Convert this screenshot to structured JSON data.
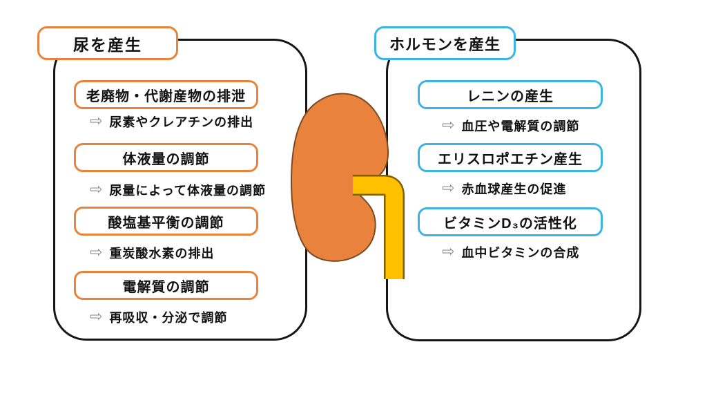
{
  "colors": {
    "orange": "#E8833C",
    "blue": "#3BB4E5",
    "panel_border": "#151515",
    "kidney_fill": "#E8823D",
    "kidney_stroke": "#7C4A21",
    "ureter_fill": "#FFC000",
    "ureter_stroke": "#7F6000"
  },
  "arrow_char": "⇨",
  "left_panel": {
    "title": "尿を産生",
    "items": [
      {
        "label": "老廃物・代謝産物の排泄",
        "detail": "尿素やクレアチンの排出"
      },
      {
        "label": "体液量の調節",
        "detail": "尿量によって体液量の調節"
      },
      {
        "label": "酸塩基平衡の調節",
        "detail": "重炭酸水素の排出"
      },
      {
        "label": "電解質の調節",
        "detail": "再吸収・分泌で調節"
      }
    ]
  },
  "right_panel": {
    "title": "ホルモンを産生",
    "items": [
      {
        "label": "レニンの産生",
        "detail": "血圧や電解質の調節"
      },
      {
        "label": "エリスロポエチン産生",
        "detail": "赤血球産生の促進"
      },
      {
        "label": "ビタミンD₃の活性化",
        "detail": "血中ビタミンの合成"
      }
    ]
  },
  "illustration": {
    "name": "kidney-with-ureter"
  }
}
